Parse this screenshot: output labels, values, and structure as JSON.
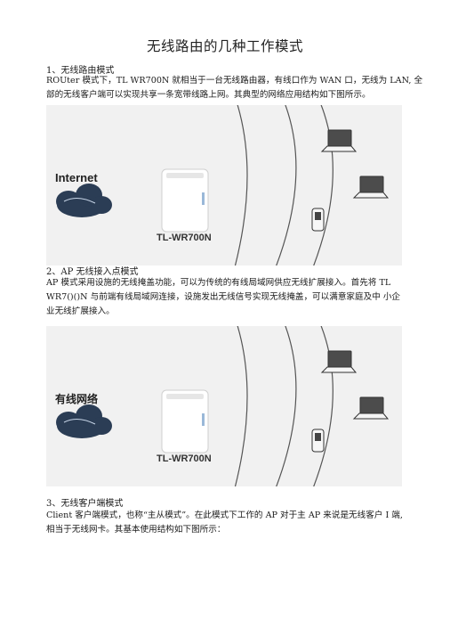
{
  "title": "无线路由的几种工作模式",
  "sections": [
    {
      "heading": "1、无线路由模式",
      "lines": [
        "ROUter 模式下，TL  WR700N 就相当于一台无线路由器，有线口作为 WAN 口，无线为 LAN, 全",
        "部的无线客户端可以实现共享一条宽带线路上网。其典型的网络应用结构如下图所示。"
      ],
      "figure": {
        "cloud_label": "Internet",
        "device_label": "TL-WR700N"
      }
    },
    {
      "heading": "2、AP 无线接入点模式",
      "lines": [
        "AP 模式采用设施的无线掩盖功能，可以为传统的有线局域网供应无线扩展接入。首先将   TL",
        "WR7()()N 与前端有线局域网连接，设施发出无线信号实现无线掩盖，可以满意家庭及中  小企",
        "业无线扩展接入。"
      ],
      "figure": {
        "cloud_label": "有线网络",
        "device_label": "TL-WR700N"
      }
    },
    {
      "heading": "3、无线客户端模式",
      "lines": [
        "Client 客户端模式，也称“主从模式”。在此模式下工作的 AP 对于主 AP 来说是无线客户 I 端,",
        "相当于无线网卡。其基本使用结构如下图所示："
      ]
    }
  ],
  "colors": {
    "figure_bg": "#f1f1f1",
    "cloud": "#2b3d55",
    "wave": "#555555"
  },
  "icons": [
    "cloud-icon",
    "router-icon",
    "laptop-icon",
    "phone-icon"
  ]
}
